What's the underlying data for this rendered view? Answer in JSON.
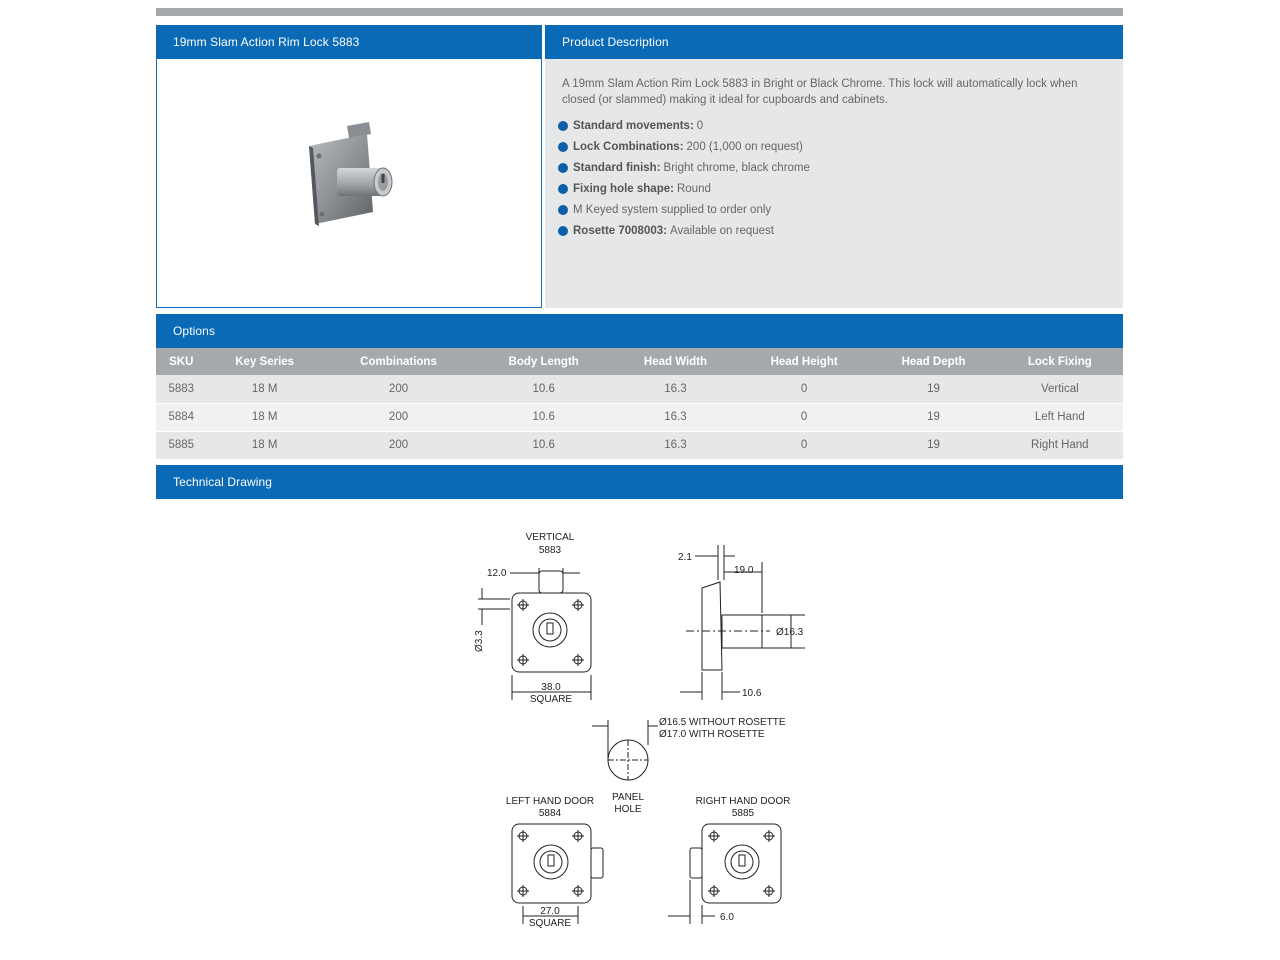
{
  "product_panel": {
    "title": "19mm Slam Action Rim Lock 5883"
  },
  "description_panel": {
    "title": "Product Description",
    "text": "A 19mm Slam Action Rim Lock 5883 in Bright or Black Chrome. This lock will automatically lock when closed (or slammed) making it ideal for cupboards and cabinets.",
    "features": [
      {
        "label": "Standard movements:",
        "value": "0"
      },
      {
        "label": "Lock Combinations:",
        "value": "200 (1,000 on request)"
      },
      {
        "label": "Standard finish:",
        "value": "Bright chrome, black chrome"
      },
      {
        "label": "Fixing hole shape:",
        "value": "Round"
      },
      {
        "label": "",
        "value": "M Keyed system supplied to order only"
      },
      {
        "label": "Rosette 7008003:",
        "value": "Available on request"
      }
    ]
  },
  "options": {
    "title": "Options",
    "columns": [
      "SKU",
      "Key Series",
      "Combinations",
      "Body Length",
      "Head Width",
      "Head Height",
      "Head Depth",
      "Lock Fixing"
    ],
    "rows": [
      [
        "5883",
        "18 M",
        "200",
        "10.6",
        "16.3",
        "0",
        "19",
        "Vertical"
      ],
      [
        "5884",
        "18 M",
        "200",
        "10.6",
        "16.3",
        "0",
        "19",
        "Left Hand"
      ],
      [
        "5885",
        "18 M",
        "200",
        "10.6",
        "16.3",
        "0",
        "19",
        "Right Hand"
      ]
    ]
  },
  "technical_drawing": {
    "title": "Technical Drawing",
    "labels": {
      "vertical": "VERTICAL",
      "vertical_sku": "5883",
      "dim_12": "12.0",
      "dim_3_3": "Ø3.3",
      "dim_38": "38.0",
      "square": "SQUARE",
      "dim_2_1": "2.1",
      "dim_19": "19.0",
      "dim_16_3": "Ø16.3",
      "dim_10_6": "10.6",
      "rosette_without": "Ø16.5 WITHOUT ROSETTE",
      "rosette_with": "Ø17.0 WITH ROSETTE",
      "panel": "PANEL",
      "hole": "HOLE",
      "left_door": "LEFT HAND DOOR",
      "left_sku": "5884",
      "right_door": "RIGHT HAND DOOR",
      "right_sku": "5885",
      "dim_27": "27.0",
      "square2": "SQUARE",
      "dim_6": "6.0"
    }
  },
  "colors": {
    "brand_blue": "#0a6ab6",
    "header_grey": "#a6a9ac",
    "panel_grey": "#e6e7e8"
  }
}
